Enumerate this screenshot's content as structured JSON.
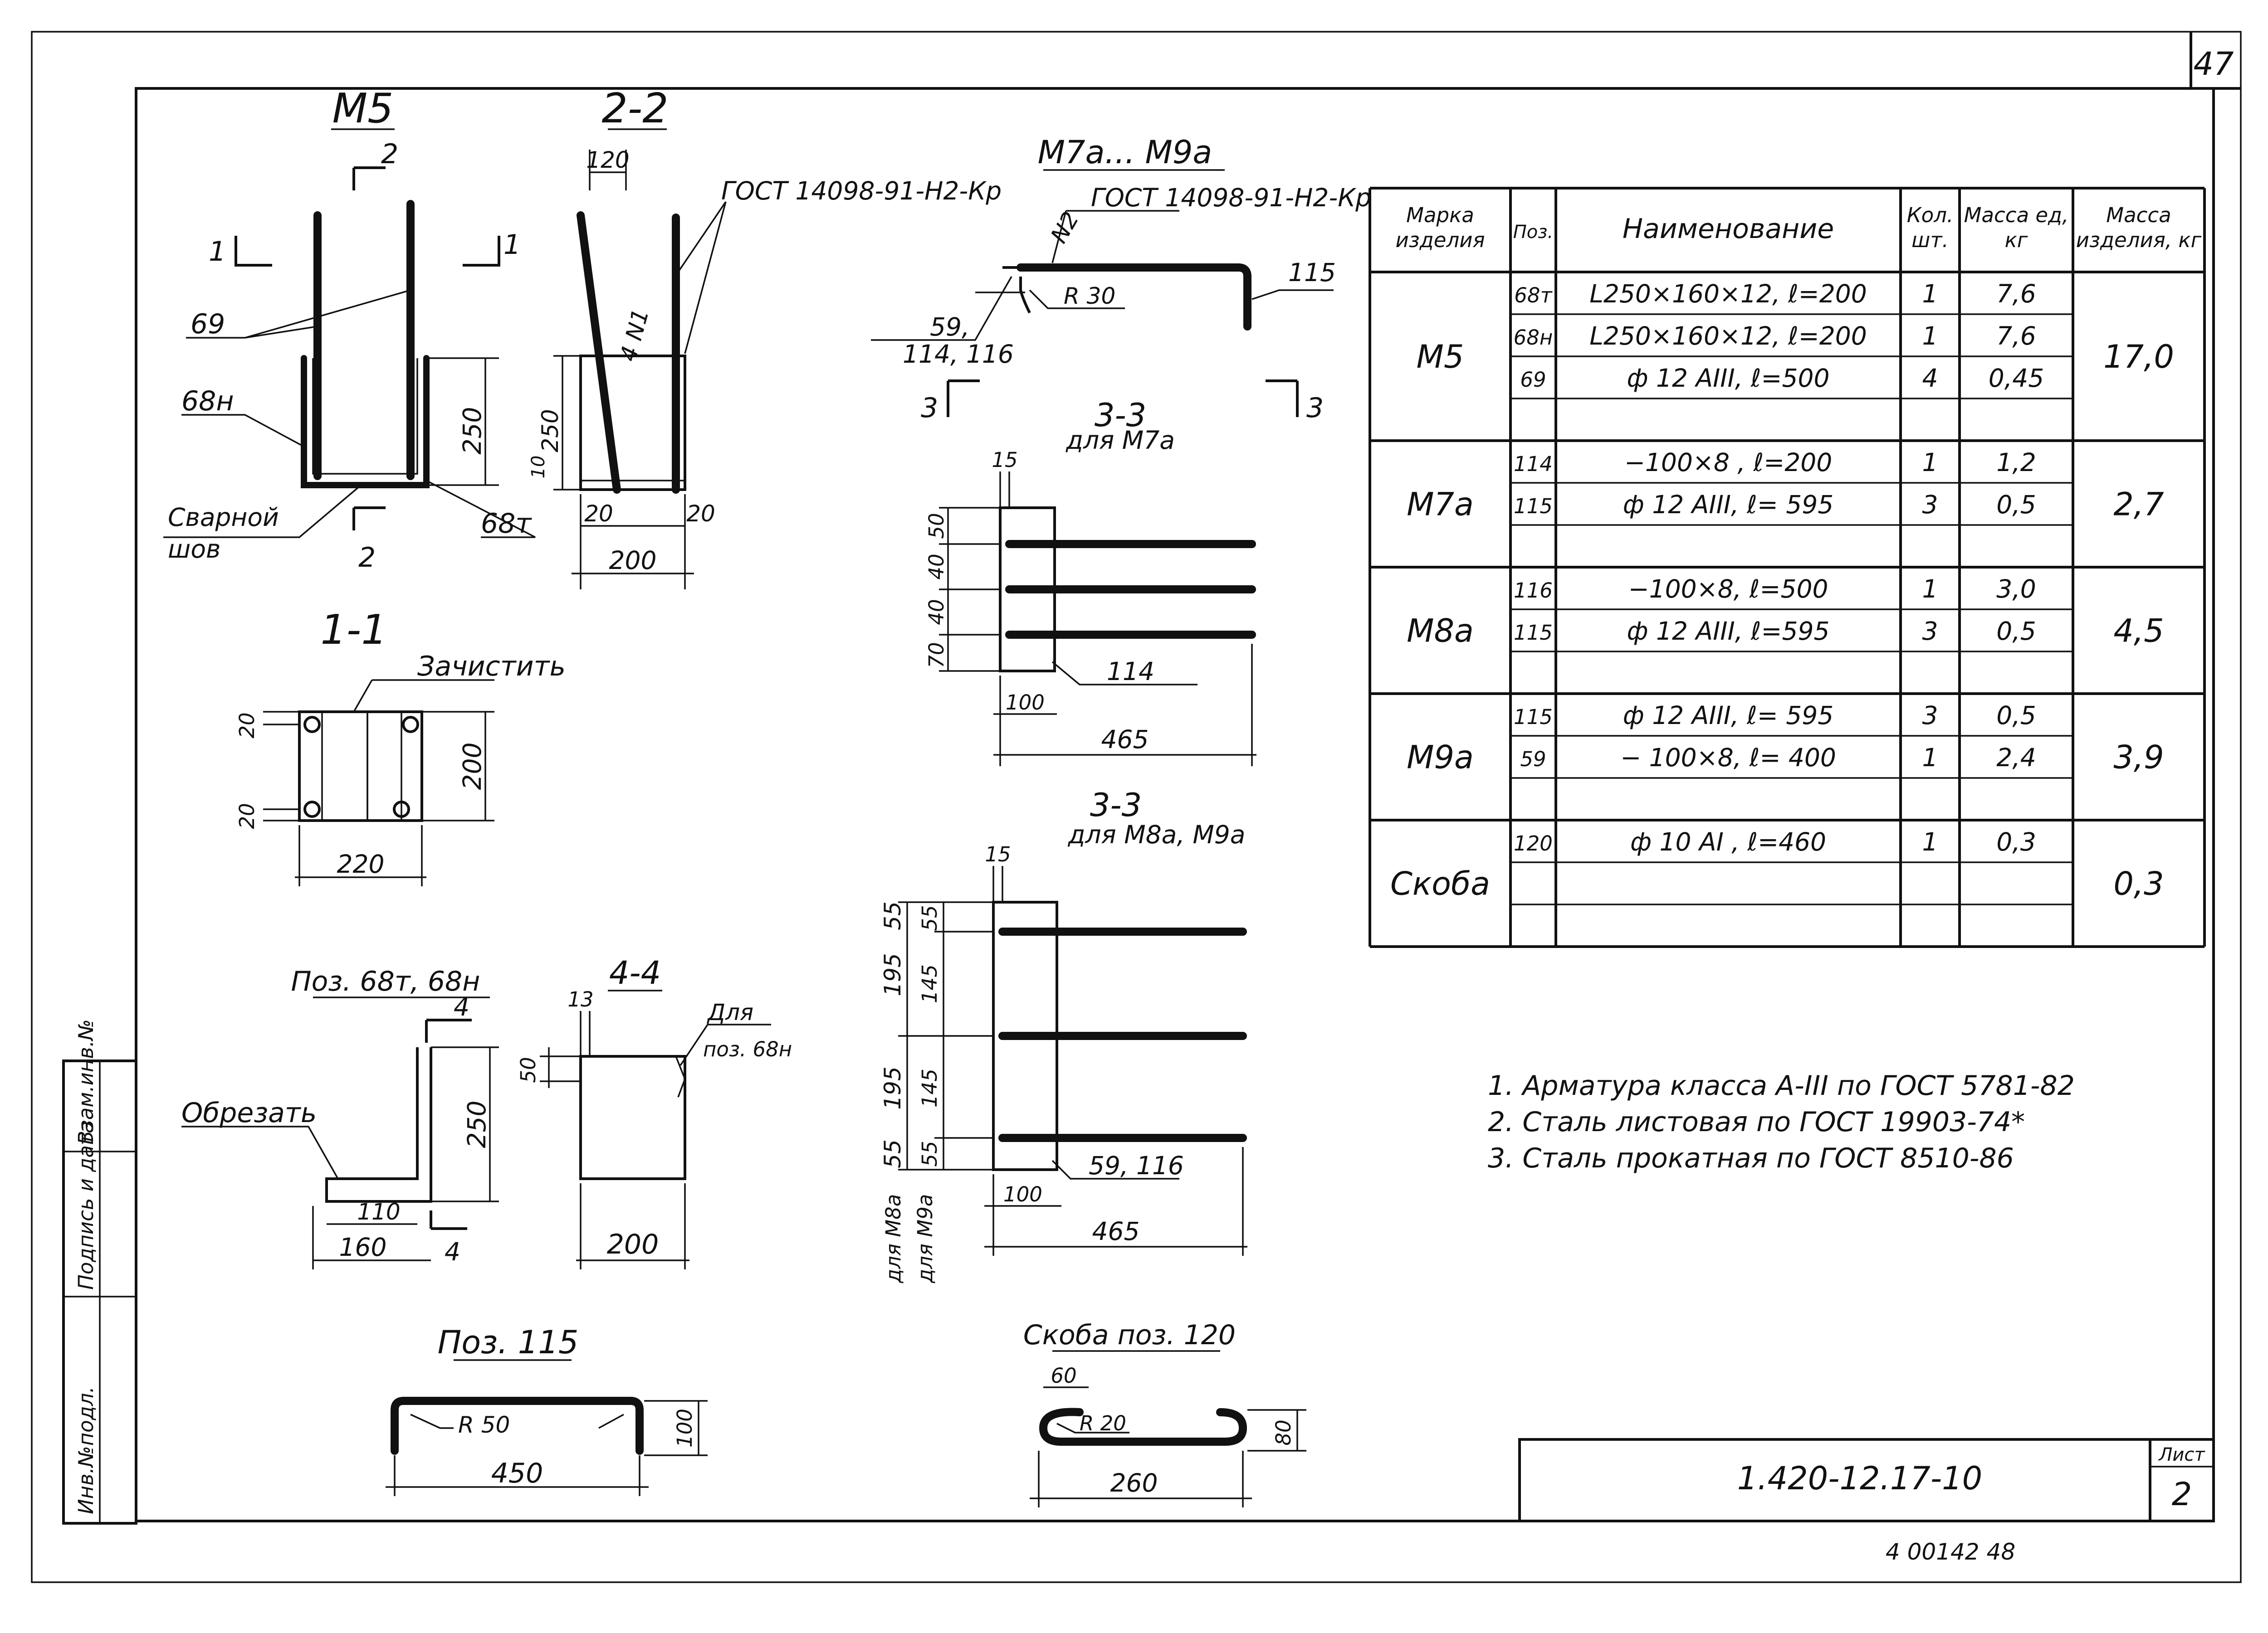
{
  "sheet_number_top": "47",
  "drawing_code": "1.420-12.17-10",
  "sheet_label": "Лист",
  "sheet_value": "2",
  "bottom_note": "4 00142 48",
  "side_stamp": {
    "inv_orig": "Инв.№подл.",
    "sign_date": "Подпись и дата",
    "inv_repl": "Взам.инв.№"
  },
  "views": {
    "m5": {
      "title": "М5",
      "section_mark": "2",
      "cut_mark": "1",
      "label_69": "69",
      "label_68n": "68н",
      "label_68t": "68т",
      "weld_1": "Сварной",
      "weld_2": "шов",
      "dim_250": "250"
    },
    "s22": {
      "title": "2-2",
      "dim_120": "120",
      "gost": "ГОСТ 14098-91-Н2-Кр",
      "weld_note": "4 N1",
      "dim_20a": "20",
      "dim_20b": "20",
      "dim_200": "200",
      "dim_250": "250",
      "dim_10": "10"
    },
    "s11": {
      "title": "1-1",
      "note": "Зачистить",
      "dim_20a": "20",
      "dim_20b": "20",
      "dim_200": "200",
      "dim_220": "220"
    },
    "pos68": {
      "title": "Поз. 68т, 68н",
      "note": "Обрезать",
      "cut": "4",
      "dim_250": "250",
      "dim_110": "110",
      "dim_160": "160"
    },
    "s44": {
      "title": "4-4",
      "dim_13": "13",
      "dim_50": "50",
      "note_1": "Для",
      "note_2": "поз. 68н",
      "dim_200": "200"
    },
    "pos115": {
      "title": "Поз. 115",
      "radius": "R 50",
      "dim_450": "450",
      "dim_100": "100"
    },
    "m7a": {
      "title": "М7а... М9а",
      "gost": "ГОСТ 14098-91-Н2-Кр",
      "n2": "N2",
      "radius": "R 30",
      "label_115": "115",
      "label_59": "59,",
      "label_114": "114, 116",
      "cut": "3"
    },
    "s33a": {
      "title": "3-3",
      "sub": "для М7а",
      "d15": "15",
      "d50": "50",
      "d40a": "40",
      "d40b": "40",
      "d70": "70",
      "label_114": "114",
      "d100": "100",
      "d465": "465"
    },
    "s33b": {
      "title": "3-3",
      "sub": "для М8а, М9а",
      "d15": "15",
      "d55a": "55",
      "d55b": "55",
      "d195a": "195",
      "d195b": "195",
      "d145a": "145",
      "d145b": "145",
      "d55c": "55",
      "d55d": "55",
      "for_m8a": "для М8а",
      "for_m9a": "для М9а",
      "label": "59, 116",
      "d100": "100",
      "d465": "465"
    },
    "bracket": {
      "title": "Скоба поз. 120",
      "d60": "60",
      "radius": "R 20",
      "d80": "80",
      "d260": "260"
    }
  },
  "spec_table": {
    "headers": [
      "Марка изделия",
      "Поз.",
      "Наименование",
      "Кол. шт.",
      "Масса ед, кг",
      "Масса изделия, кг"
    ],
    "groups": [
      {
        "mark": "М5",
        "total": "17,0",
        "rows": [
          {
            "pos": "68т",
            "name": "L250×160×12, ℓ=200",
            "qty": "1",
            "mass": "7,6"
          },
          {
            "pos": "68н",
            "name": "L250×160×12, ℓ=200",
            "qty": "1",
            "mass": "7,6"
          },
          {
            "pos": "69",
            "name": "ф 12 АIII, ℓ=500",
            "qty": "4",
            "mass": "0,45"
          },
          {
            "pos": "",
            "name": "",
            "qty": "",
            "mass": ""
          }
        ]
      },
      {
        "mark": "М7а",
        "total": "2,7",
        "rows": [
          {
            "pos": "114",
            "name": "−100×8 , ℓ=200",
            "qty": "1",
            "mass": "1,2"
          },
          {
            "pos": "115",
            "name": "ф 12 АIII, ℓ= 595",
            "qty": "3",
            "mass": "0,5"
          },
          {
            "pos": "",
            "name": "",
            "qty": "",
            "mass": ""
          }
        ]
      },
      {
        "mark": "М8а",
        "total": "4,5",
        "rows": [
          {
            "pos": "116",
            "name": "−100×8, ℓ=500",
            "qty": "1",
            "mass": "3,0"
          },
          {
            "pos": "115",
            "name": "ф 12 АIII, ℓ=595",
            "qty": "3",
            "mass": "0,5"
          },
          {
            "pos": "",
            "name": "",
            "qty": "",
            "mass": ""
          }
        ]
      },
      {
        "mark": "М9а",
        "total": "3,9",
        "rows": [
          {
            "pos": "115",
            "name": "ф 12 АIII, ℓ= 595",
            "qty": "3",
            "mass": "0,5"
          },
          {
            "pos": "59",
            "name": "− 100×8, ℓ= 400",
            "qty": "1",
            "mass": "2,4"
          },
          {
            "pos": "",
            "name": "",
            "qty": "",
            "mass": ""
          }
        ]
      },
      {
        "mark": "Скоба",
        "total": "0,3",
        "rows": [
          {
            "pos": "120",
            "name": "ф 10 АI , ℓ=460",
            "qty": "1",
            "mass": "0,3"
          },
          {
            "pos": "",
            "name": "",
            "qty": "",
            "mass": ""
          },
          {
            "pos": "",
            "name": "",
            "qty": "",
            "mass": ""
          }
        ]
      }
    ]
  },
  "notes": [
    "1. Арматура класса А-III по ГОСТ 5781-82",
    "2. Сталь листовая по ГОСТ 19903-74*",
    "3. Сталь прокатная по ГОСТ 8510-86"
  ]
}
